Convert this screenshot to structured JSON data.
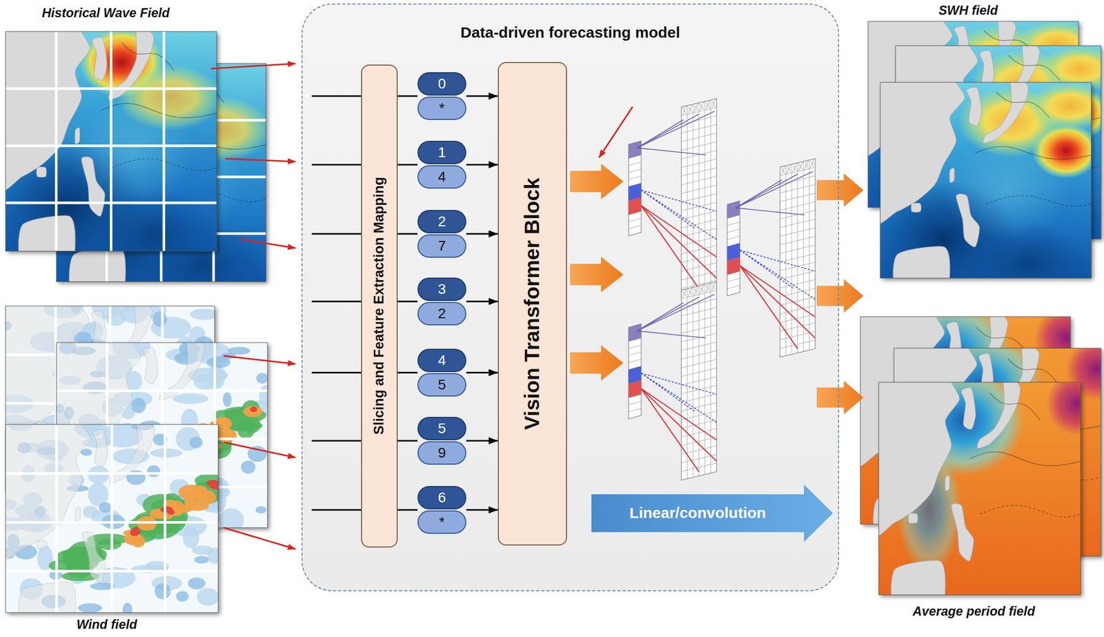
{
  "diagram": {
    "nodes": [
      {
        "text": [
          "Data-driven forecasting model"
        ]
      },
      {
        "text": [
          "Slicing and Feature Extraction Mapping"
        ],
        "in": 0
      },
      {
        "text": [
          "0"
        ],
        "in": 0
      },
      {
        "text": [
          "*"
        ],
        "in": 0
      },
      {
        "text": [
          "1"
        ],
        "in": 0
      },
      {
        "text": [
          "4"
        ],
        "in": 0
      },
      {
        "text": [
          "2"
        ],
        "in": 0
      },
      {
        "text": [
          "7"
        ],
        "in": 0
      },
      {
        "text": [
          "3"
        ],
        "in": 0
      },
      {
        "text": [
          "2"
        ],
        "in": 0
      },
      {
        "text": [
          "4"
        ],
        "in": 0
      },
      {
        "text": [
          "5"
        ],
        "in": 0
      },
      {
        "text": [
          "5"
        ],
        "in": 0
      },
      {
        "text": [
          "9"
        ],
        "in": 0
      },
      {
        "text": [
          "6"
        ],
        "in": 0
      },
      {
        "text": [
          "*"
        ],
        "in": 0
      },
      {
        "text": [
          "Vision Transformer Block"
        ],
        "in": 0
      },
      {
        "text": [
          "Linear/convolution"
        ],
        "in": 0
      }
    ],
    "edges": [
      {
        "from": 2,
        "to": 16,
        "arrow": "to"
      },
      {
        "from": 4,
        "to": 16,
        "arrow": "to"
      },
      {
        "from": 6,
        "to": 16,
        "arrow": "to"
      },
      {
        "from": 8,
        "to": 16,
        "arrow": "to"
      },
      {
        "from": 10,
        "to": 16,
        "arrow": "to"
      },
      {
        "from": 12,
        "to": 16,
        "arrow": "to"
      },
      {
        "from": 14,
        "to": 16,
        "arrow": "to"
      }
    ],
    "labels": [
      "Historical Wave Field",
      "Wind field",
      "SWH field",
      "Average period field"
    ]
  }
}
